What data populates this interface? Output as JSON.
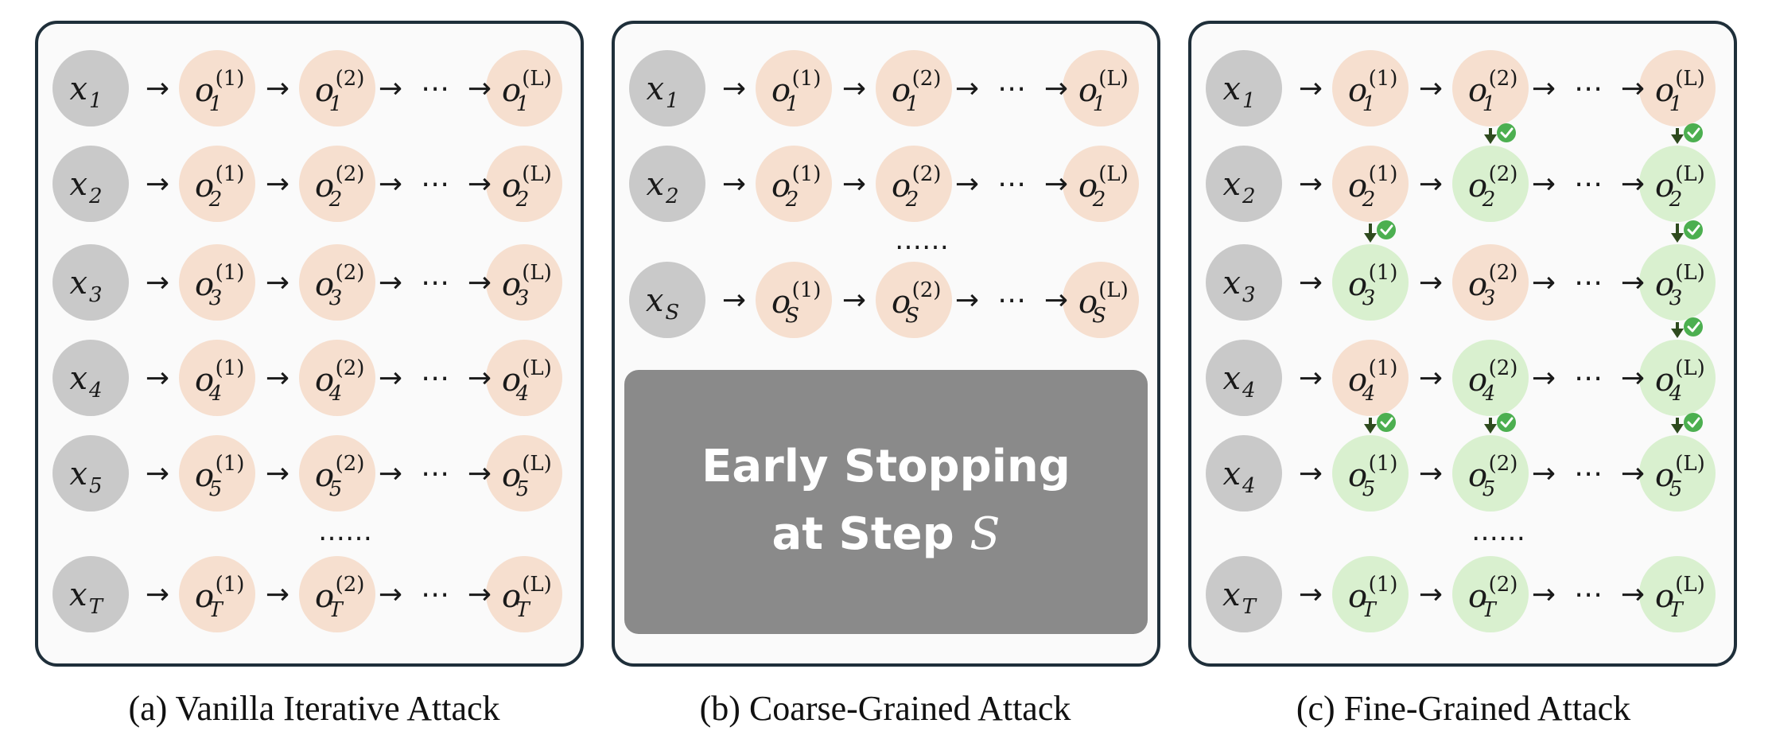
{
  "colors": {
    "input_node": "#c9c9c9",
    "output_node": "#f6dfcf",
    "success_node": "#d9f0cf",
    "panel_border": "#1f2f3a",
    "panel_bg": "#fafafa",
    "stop_box": "#8a8a8a",
    "check": "#4caf50",
    "down_arrow": "#2e4a1e"
  },
  "panels": [
    {
      "id": "a",
      "caption": "(a) Vanilla Iterative Attack",
      "rows": [
        {
          "x_sub": "1",
          "o_sub": "1",
          "states": [
            "p",
            "p",
            "p"
          ]
        },
        {
          "x_sub": "2",
          "o_sub": "2",
          "states": [
            "p",
            "p",
            "p"
          ]
        },
        {
          "x_sub": "3",
          "o_sub": "3",
          "states": [
            "p",
            "p",
            "p"
          ]
        },
        {
          "x_sub": "4",
          "o_sub": "4",
          "states": [
            "p",
            "p",
            "p"
          ]
        },
        {
          "x_sub": "5",
          "o_sub": "5",
          "states": [
            "p",
            "p",
            "p"
          ]
        },
        {
          "ellipsis": "……"
        },
        {
          "x_sub": "T",
          "o_sub": "T",
          "states": [
            "p",
            "p",
            "p"
          ]
        }
      ],
      "down_marks": []
    },
    {
      "id": "b",
      "caption": "(b) Coarse-Grained Attack",
      "rows": [
        {
          "x_sub": "1",
          "o_sub": "1",
          "states": [
            "p",
            "p",
            "p"
          ]
        },
        {
          "x_sub": "2",
          "o_sub": "2",
          "states": [
            "p",
            "p",
            "p"
          ]
        },
        {
          "ellipsis": "……"
        },
        {
          "x_sub": "S",
          "o_sub": "S",
          "states": [
            "p",
            "p",
            "p"
          ]
        }
      ],
      "stop_box": {
        "line1": "Early Stopping",
        "line2": "at Step ",
        "var": "S"
      },
      "down_marks": []
    },
    {
      "id": "c",
      "caption": "(c) Fine-Grained Attack",
      "rows": [
        {
          "x_sub": "1",
          "o_sub": "1",
          "states": [
            "p",
            "p",
            "p"
          ]
        },
        {
          "x_sub": "2",
          "o_sub": "2",
          "states": [
            "p",
            "g",
            "g"
          ]
        },
        {
          "x_sub": "3",
          "o_sub": "3",
          "states": [
            "g",
            "p",
            "g"
          ]
        },
        {
          "x_sub": "4",
          "o_sub": "4",
          "states": [
            "p",
            "g",
            "g"
          ]
        },
        {
          "x_sub": "4",
          "o_sub": "5",
          "states": [
            "g",
            "g",
            "g"
          ]
        },
        {
          "ellipsis": "……"
        },
        {
          "x_sub": "T",
          "o_sub": "T",
          "states": [
            "g",
            "g",
            "g"
          ]
        }
      ],
      "down_marks": [
        {
          "row": 0,
          "col": 1
        },
        {
          "row": 0,
          "col": 2
        },
        {
          "row": 1,
          "col": 0
        },
        {
          "row": 1,
          "col": 2
        },
        {
          "row": 2,
          "col": 2
        },
        {
          "row": 3,
          "col": 0
        },
        {
          "row": 3,
          "col": 1
        },
        {
          "row": 3,
          "col": 2
        }
      ]
    }
  ],
  "symbols": {
    "x": "x",
    "o": "o",
    "superscripts": [
      "(1)",
      "(2)",
      "(L)"
    ],
    "arrow": "→",
    "dots": "⋯"
  }
}
